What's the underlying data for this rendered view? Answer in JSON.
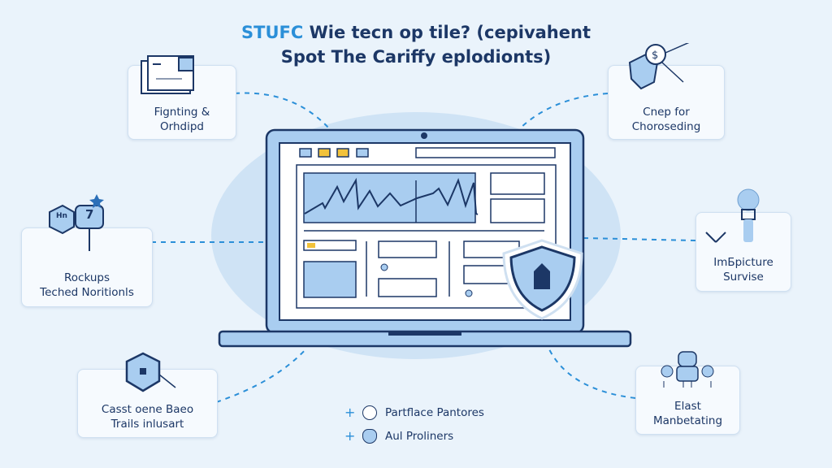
{
  "title": {
    "accent": "STUFC",
    "line1": "Wie tecn op tile? (cepivahent",
    "line2": "Spot The Cariffy eplodionts)"
  },
  "cards": [
    {
      "line1": "Fignting &",
      "line2": "Orhdipd",
      "icon": "document-icon"
    },
    {
      "line1": "Rockups",
      "line2": "Teched Noritionls",
      "icon": "hexagon-signpost-icon",
      "badge_a": "Hn",
      "badge_b": "7"
    },
    {
      "line1": "Casst oene Baeo",
      "line2": "Trails inlusart",
      "icon": "hexagon-lock-icon"
    },
    {
      "line1": "Cnep for",
      "line2": "Choroseding",
      "icon": "dollar-shield-icon"
    },
    {
      "line1": "ImБpicture",
      "line2": "Survise",
      "icon": "lightbulb-icon"
    },
    {
      "line1": "Elast",
      "line2": "Manbetating",
      "icon": "robot-icon"
    }
  ],
  "list": [
    {
      "label": "Partflace Pantores",
      "icon": "clock-icon"
    },
    {
      "label": "Aul Proliners",
      "icon": "shield-badge-icon"
    }
  ],
  "colors": {
    "navy": "#1c3766",
    "accent": "#2b8fd8",
    "light_blue": "#a9cdf0",
    "yellow": "#f2c23a",
    "halo": "#cfe3f5"
  }
}
